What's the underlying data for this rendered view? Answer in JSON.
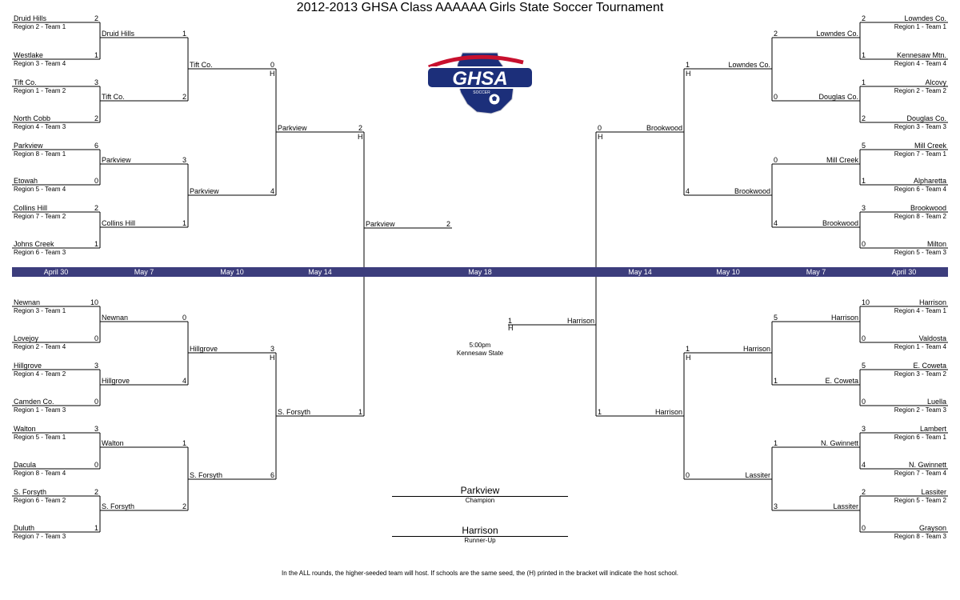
{
  "title": "2012-2013 GHSA Class AAAAAA Girls State Soccer Tournament",
  "logo_text": "GHSA",
  "logo_subtext": "SOCCER",
  "colors": {
    "bar": "#3c3d7c",
    "logo_blue": "#1c2f7a",
    "logo_red": "#c8102e"
  },
  "dates": [
    "April 30",
    "May 7",
    "May 10",
    "May 14",
    "May 18",
    "May 14",
    "May 10",
    "May 7",
    "April 30"
  ],
  "host_mark": "H",
  "left_r1": [
    {
      "team": "Druid Hills",
      "seed": "Region 2 - Team 1",
      "score": "2"
    },
    {
      "team": "Westlake",
      "seed": "Region 3 - Team 4",
      "score": "1"
    },
    {
      "team": "Tift Co.",
      "seed": "Region 1 - Team 2",
      "score": "3"
    },
    {
      "team": "North Cobb",
      "seed": "Region 4 - Team 3",
      "score": "2"
    },
    {
      "team": "Parkview",
      "seed": "Region 8 - Team 1",
      "score": "6"
    },
    {
      "team": "Etowah",
      "seed": "Region 5 - Team 4",
      "score": "0"
    },
    {
      "team": "Collins Hill",
      "seed": "Region 7 - Team 2",
      "score": "2"
    },
    {
      "team": "Johns Creek",
      "seed": "Region 6 - Team 3",
      "score": "1"
    },
    {
      "team": "Newnan",
      "seed": "Region 3 - Team 1",
      "score": "10"
    },
    {
      "team": "Lovejoy",
      "seed": "Region 2 - Team 4",
      "score": "0"
    },
    {
      "team": "Hillgrove",
      "seed": "Region 4 - Team 2",
      "score": "3"
    },
    {
      "team": "Camden Co.",
      "seed": "Region 1 - Team 3",
      "score": "0"
    },
    {
      "team": "Walton",
      "seed": "Region 5 - Team 1",
      "score": "3"
    },
    {
      "team": "Dacula",
      "seed": "Region 8 - Team 4",
      "score": "0"
    },
    {
      "team": "S. Forsyth",
      "seed": "Region 6 - Team 2",
      "score": "2"
    },
    {
      "team": "Duluth",
      "seed": "Region 7 - Team 3",
      "score": "1"
    }
  ],
  "left_r2": [
    {
      "team": "Druid Hills",
      "score": "1"
    },
    {
      "team": "Tift Co.",
      "score": "2"
    },
    {
      "team": "Parkview",
      "score": "3"
    },
    {
      "team": "Collins Hill",
      "score": "1"
    },
    {
      "team": "Newnan",
      "score": "0"
    },
    {
      "team": "Hillgrove",
      "score": "4"
    },
    {
      "team": "Walton",
      "score": "1"
    },
    {
      "team": "S. Forsyth",
      "score": "2"
    }
  ],
  "left_r3": [
    {
      "team": "Tift Co.",
      "score": "0"
    },
    {
      "team": "Parkview",
      "score": "4"
    },
    {
      "team": "Hillgrove",
      "score": "3"
    },
    {
      "team": "S. Forsyth",
      "score": "6"
    }
  ],
  "left_r4": [
    {
      "team": "Parkview",
      "score": "2"
    },
    {
      "team": "S. Forsyth",
      "score": "1"
    }
  ],
  "right_r1": [
    {
      "team": "Lowndes Co.",
      "seed": "Region 1 - Team 1",
      "score": "2"
    },
    {
      "team": "Kennesaw Mtn.",
      "seed": "Region 4 - Team 4",
      "score": "1"
    },
    {
      "team": "Alcovy",
      "seed": "Region 2 - Team 2",
      "score": "1"
    },
    {
      "team": "Douglas Co.",
      "seed": "Region 3 - Team 3",
      "score": "2"
    },
    {
      "team": "Mill Creek",
      "seed": "Region 7 - Team 1",
      "score": "5"
    },
    {
      "team": "Alpharetta",
      "seed": "Region 6 - Team 4",
      "score": "1"
    },
    {
      "team": "Brookwood",
      "seed": "Region 8 - Team 2",
      "score": "3"
    },
    {
      "team": "Milton",
      "seed": "Region 5 - Team 3",
      "score": "0"
    },
    {
      "team": "Harrison",
      "seed": "Region 4 - Team 1",
      "score": "10"
    },
    {
      "team": "Valdosta",
      "seed": "Region 1 - Team 4",
      "score": "0"
    },
    {
      "team": "E. Coweta",
      "seed": "Region 3 - Team 2",
      "score": "5"
    },
    {
      "team": "Luella",
      "seed": "Region 2 - Team 3",
      "score": "0"
    },
    {
      "team": "Lambert",
      "seed": "Region 6 - Team 1",
      "score": "3"
    },
    {
      "team": "N. Gwinnett",
      "seed": "Region 7 - Team 4",
      "score": "4"
    },
    {
      "team": "Lassiter",
      "seed": "Region 5 - Team 2",
      "score": "2"
    },
    {
      "team": "Grayson",
      "seed": "Region 8 - Team 3",
      "score": "0"
    }
  ],
  "right_r2": [
    {
      "team": "Lowndes Co.",
      "score": "2"
    },
    {
      "team": "Douglas Co.",
      "score": "0"
    },
    {
      "team": "Mill Creek",
      "score": "0"
    },
    {
      "team": "Brookwood",
      "score": "4"
    },
    {
      "team": "Harrison",
      "score": "5"
    },
    {
      "team": "E. Coweta",
      "score": "1"
    },
    {
      "team": "N. Gwinnett",
      "score": "1"
    },
    {
      "team": "Lassiter",
      "score": "3"
    }
  ],
  "right_r3": [
    {
      "team": "Lowndes Co.",
      "score": "1"
    },
    {
      "team": "Brookwood",
      "score": "4"
    },
    {
      "team": "Harrison",
      "score": "1"
    },
    {
      "team": "Lassiter",
      "score": "0"
    }
  ],
  "right_r4": [
    {
      "team": "Brookwood",
      "score": "0"
    },
    {
      "team": "Harrison",
      "score": "1"
    }
  ],
  "final": {
    "left_team": "Parkview",
    "left_score": "2",
    "right_team": "Harrison",
    "right_score": "1",
    "time": "5:00pm",
    "venue": "Kennesaw State"
  },
  "champion": {
    "team": "Parkview",
    "label": "Champion"
  },
  "runner_up": {
    "team": "Harrison",
    "label": "Runner-Up"
  },
  "footnote": "In the ALL rounds, the higher-seeded team will host.  If schools are the same seed, the (H) printed in the bracket will indicate the host school."
}
